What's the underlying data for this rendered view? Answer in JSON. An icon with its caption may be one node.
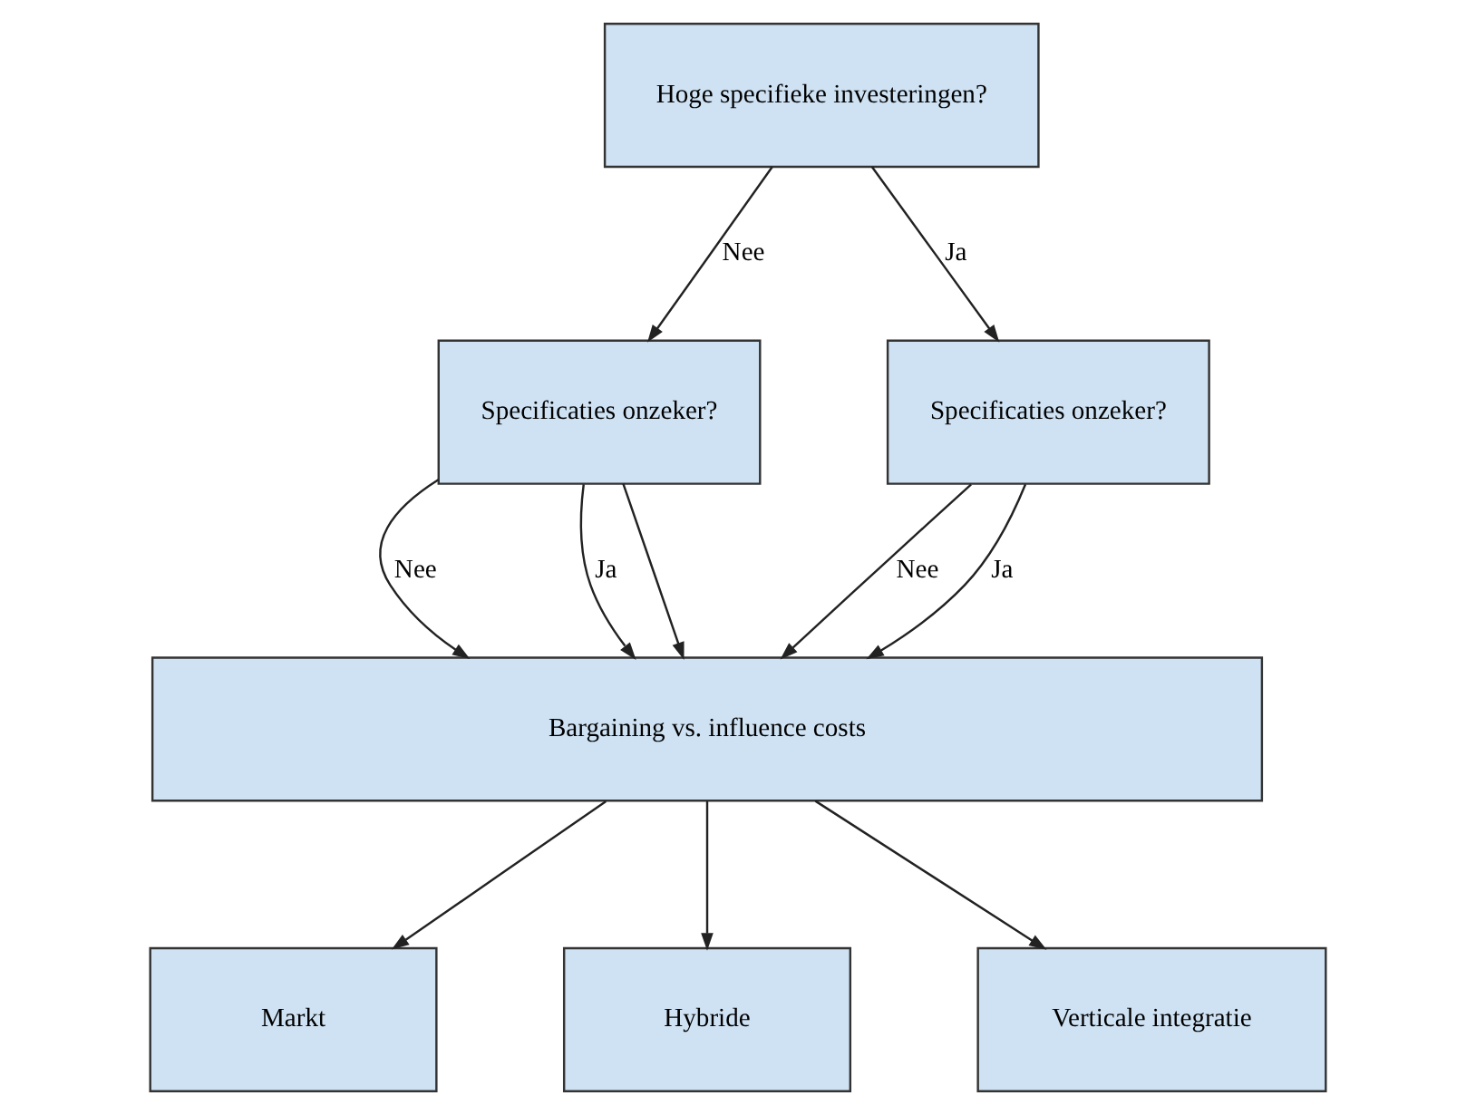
{
  "diagram": {
    "nodes": [
      {
        "text": [
          "Hoge specifieke investeringen?"
        ]
      },
      {
        "text": [
          "Specificaties onzeker?"
        ]
      },
      {
        "text": [
          "Specificaties onzeker?"
        ]
      },
      {
        "text": [
          "Bargaining vs. influence costs"
        ]
      },
      {
        "text": [
          "Markt"
        ]
      },
      {
        "text": [
          "Hybride"
        ]
      },
      {
        "text": [
          "Verticale integratie"
        ]
      }
    ],
    "edges": [
      {
        "from": 0,
        "to": 1,
        "arrow": "to",
        "label": "Nee"
      },
      {
        "from": 0,
        "to": 2,
        "arrow": "to",
        "label": "Ja"
      },
      {
        "from": 1,
        "to": 3,
        "arrow": "to",
        "label": "Nee"
      },
      {
        "from": 1,
        "to": 3,
        "arrow": "to",
        "label": "Ja"
      },
      {
        "from": 1,
        "to": 3,
        "arrow": "to"
      },
      {
        "from": 2,
        "to": 3,
        "arrow": "to",
        "label": "Nee"
      },
      {
        "from": 2,
        "to": 3,
        "arrow": "to",
        "label": "Ja"
      },
      {
        "from": 3,
        "to": 4,
        "arrow": "to"
      },
      {
        "from": 3,
        "to": 5,
        "arrow": "to"
      },
      {
        "from": 3,
        "to": 6,
        "arrow": "to"
      }
    ]
  }
}
